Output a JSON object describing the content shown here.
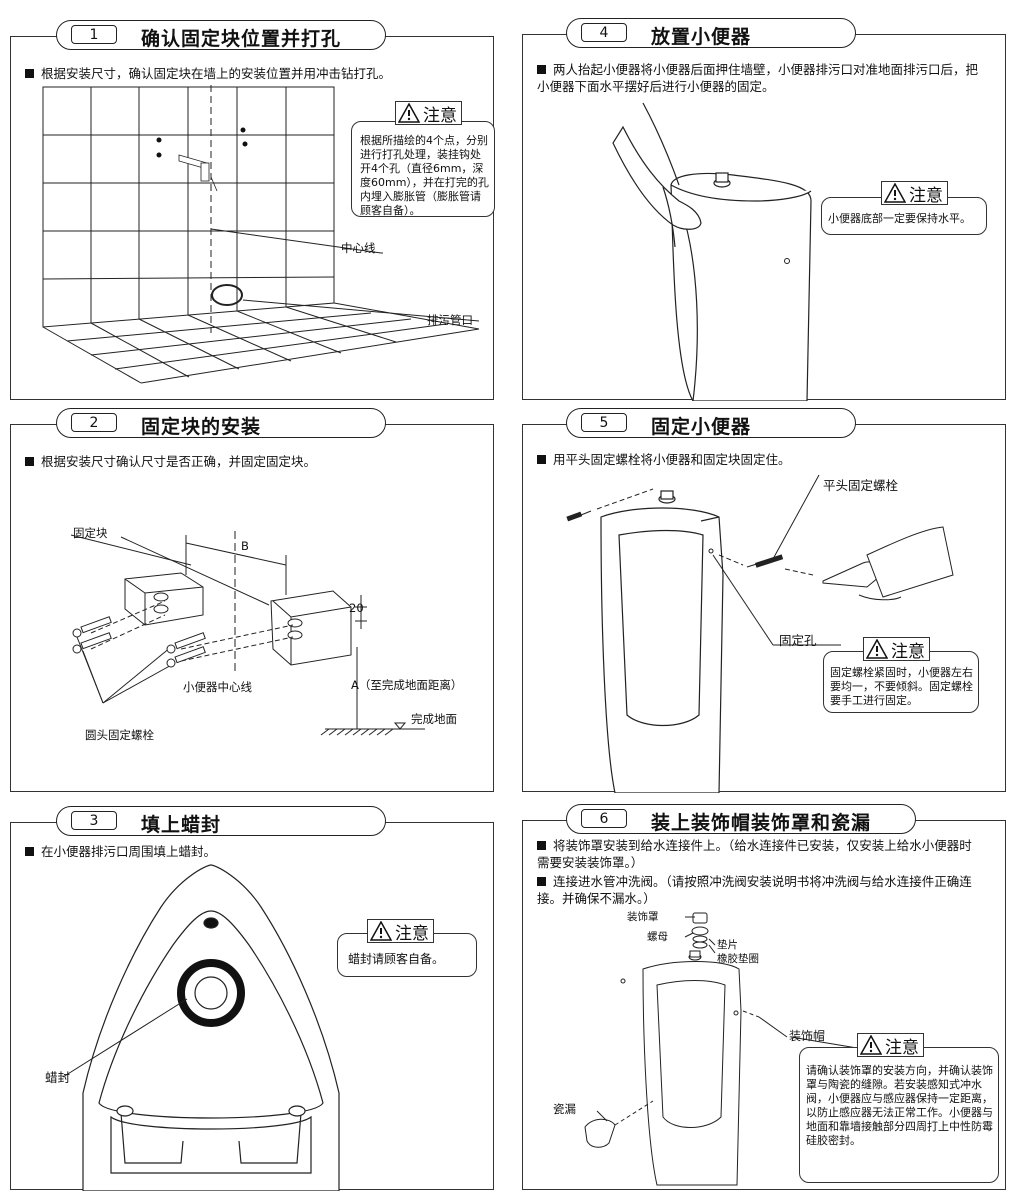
{
  "panels": [
    {
      "num": "1",
      "title": "确认固定块位置并打孔",
      "text": "根据安装尺寸，确认固定块在墙上的安装位置并用冲击钻打孔。",
      "note_title": "注意",
      "note_body": "根据所描绘的4个点，分别进行打孔处理，装挂钩处开4个孔（直径6mm，深度60mm），并在打完的孔内埋入膨胀管（膨胀管请顾客自备）。",
      "label_center": "中心线",
      "label_drain": "排污管口"
    },
    {
      "num": "2",
      "title": "固定块的安装",
      "text": "根据安装尺寸确认尺寸是否正确，并固定固定块。",
      "label_block": "固定块",
      "label_b": "B",
      "label_20": "20",
      "label_a": "A（至完成地面距离）",
      "label_centerline": "小便器中心线",
      "label_floor": "完成地面",
      "label_bolt": "圆头固定螺栓"
    },
    {
      "num": "3",
      "title": "填上蜡封",
      "text": "在小便器排污口周围填上蜡封。",
      "note_title": "注意",
      "note_body": "蜡封请顾客自备。",
      "label_wax": "蜡封"
    },
    {
      "num": "4",
      "title": "放置小便器",
      "text": "两人抬起小便器将小便器后面押住墙壁，小便器排污口对准地面排污口后，把小便器下面水平摆好后进行小便器的固定。",
      "note_title": "注意",
      "note_body": "小便器底部一定要保持水平。"
    },
    {
      "num": "5",
      "title": "固定小便器",
      "text": "用平头固定螺栓将小便器和固定块固定住。",
      "label_bolt": "平头固定螺栓",
      "label_hole": "固定孔",
      "note_title": "注意",
      "note_body": "固定螺栓紧固时，小便器左右要均一，不要倾斜。固定螺栓要手工进行固定。"
    },
    {
      "num": "6",
      "title": "装上装饰帽装饰罩和瓷漏",
      "text1": "将装饰罩安装到给水连接件上。（给水连接件已安装，仅安装上给水小便器时需要安装装饰罩。）",
      "text2": "连接进水管冲洗阀。（请按照冲洗阀安装说明书将冲洗阀与给水连接件正确连接。并确保不漏水。）",
      "label_cover": "装饰罩",
      "label_nut": "螺母",
      "label_washer": "垫片",
      "label_rubber": "橡胶垫圈",
      "label_cap": "装饰帽",
      "label_funnel": "瓷漏",
      "note_title": "注意",
      "note_body": "请确认装饰罩的安装方向，并确认装饰罩与陶瓷的缝隙。若安装感知式冲水阀，小便器应与感应器保持一定距离，以防止感应器无法正常工作。小便器与地面和靠墙接触部分四周打上中性防霉硅胶密封。"
    }
  ]
}
